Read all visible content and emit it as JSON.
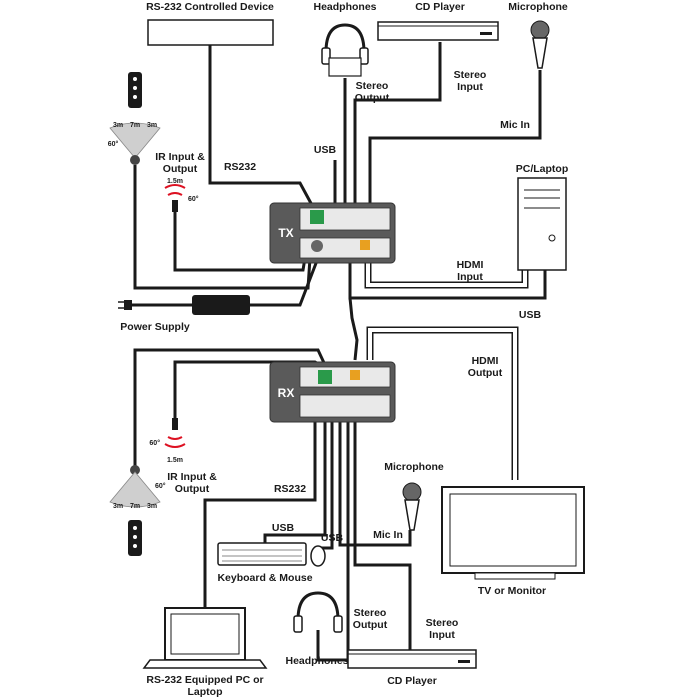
{
  "labels": {
    "rs232_device": "RS-232 Controlled Device",
    "headphones_top": "Headphones",
    "cdplayer_top": "CD Player",
    "microphone_top": "Microphone",
    "stereo_output_top_1": "Stereo",
    "stereo_output_top_2": "Output",
    "stereo_input_top_1": "Stereo",
    "stereo_input_top_2": "Input",
    "usb_top": "USB",
    "mic_in_top": "Mic In",
    "ir_top_1": "IR Input &",
    "ir_top_2": "Output",
    "rs232_top": "RS232",
    "pc_laptop": "PC/Laptop",
    "hdmi_input_1": "HDMI",
    "hdmi_input_2": "Input",
    "usb_mid": "USB",
    "power_supply": "Power Supply",
    "tx": "TX",
    "rx": "RX",
    "hdmi_output_1": "HDMI",
    "hdmi_output_2": "Output",
    "ir_bot_1": "IR Input &",
    "ir_bot_2": "Output",
    "rs232_bot": "RS232",
    "microphone_bot": "Microphone",
    "usb_bot_1": "USB",
    "usb_bot_2": "USB",
    "mic_in_bot": "Mic In",
    "keyboard_mouse": "Keyboard & Mouse",
    "tv_monitor": "TV or Monitor",
    "stereo_output_bot_1": "Stereo",
    "stereo_output_bot_2": "Output",
    "stereo_input_bot_1": "Stereo",
    "stereo_input_bot_2": "Input",
    "rs232_pc_1": "RS-232 Equipped PC or",
    "rs232_pc_2": "Laptop",
    "headphones_bot": "Headphones",
    "cdplayer_bot": "CD Player"
  },
  "ir_specs": {
    "top_dist_left": "3m",
    "top_dist_mid": "7m",
    "top_dist_right": "3m",
    "top_angle": "60°",
    "top_eye_dist": "1.5m",
    "top_eye_angle": "60°",
    "bot_dist_left": "3m",
    "bot_dist_mid": "7m",
    "bot_dist_right": "3m",
    "bot_angle": "60°",
    "bot_eye_dist": "1.5m",
    "bot_eye_angle": "60°"
  }
}
